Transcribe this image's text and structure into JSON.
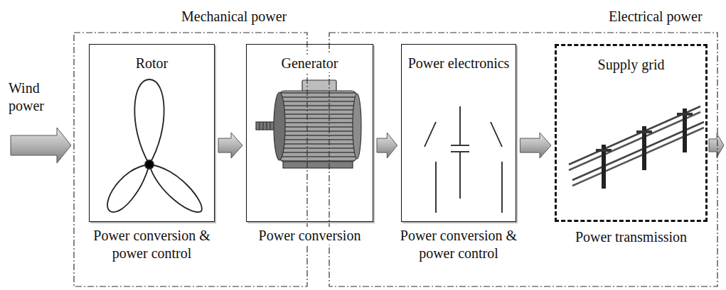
{
  "diagram": {
    "nodes": [
      {
        "text": [
          "Mechanical power"
        ]
      },
      {
        "text": [
          "Electrical power"
        ]
      },
      {
        "text": [
          "Rotor",
          "Power conversion & power control"
        ]
      },
      {
        "text": [
          "Generator",
          "Power conversion"
        ]
      },
      {
        "text": [
          "Power electronics",
          "Power conversion & power control"
        ]
      },
      {
        "text": [
          "Supply grid",
          "Power transmission"
        ]
      }
    ],
    "edges": [
      {
        "from": 2,
        "to": 3,
        "arrow": "to"
      },
      {
        "from": 3,
        "to": 4,
        "arrow": "to"
      },
      {
        "from": 4,
        "to": 5,
        "arrow": "to"
      }
    ],
    "labels": [
      "Wind power"
    ]
  }
}
